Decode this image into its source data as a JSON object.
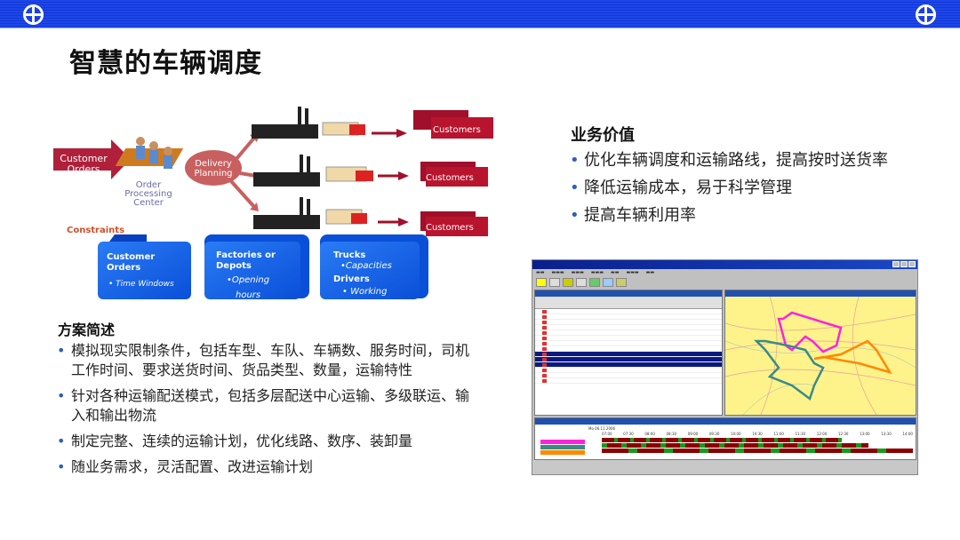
{
  "header": {
    "logo_icon": "circle-cross-logo",
    "bar_color": "#1c46e8"
  },
  "title": "智慧的车辆调度",
  "diagram": {
    "customer_orders": "Customer Orders",
    "order_center": [
      "Order",
      "Processing",
      "Center"
    ],
    "delivery_planning": [
      "Delivery",
      "Planning"
    ],
    "customers": [
      "Customers",
      "Customers",
      "Customers"
    ],
    "constraints_label": "Constraints",
    "boxes": [
      {
        "title": [
          "Customer",
          "Orders"
        ],
        "items": [
          "• Time Windows"
        ]
      },
      {
        "title": [
          "Factories or",
          "Depots"
        ],
        "items": [
          "•Opening",
          "hours"
        ]
      },
      {
        "title": [
          "Trucks"
        ],
        "items": [
          "•Capacities"
        ],
        "title2": "Drivers",
        "items2": [
          "• Working"
        ]
      }
    ]
  },
  "solution": {
    "heading": "方案简述",
    "items": [
      "模拟现实限制条件，包括车型、车队、车辆数、服务时间，司机工作时间、要求送货时间、货品类型、数量，运输特性",
      "针对各种运输配送模式，包括多层配送中心运输、多级联运、输入和输出物流",
      "制定完整、连续的运输计划，优化线路、数序、装卸量",
      "随业务需求，灵活配置、改进运输计划"
    ]
  },
  "value": {
    "heading": "业务价值",
    "items": [
      "优化车辆调度和运输路线，提高按时送货率",
      "降低运输成本，易于科学管理",
      "提高车辆利用率"
    ]
  },
  "app_screenshot": {
    "gantt_date": "Mo 06.11.2006",
    "gantt_times": [
      "07:00",
      "07:30",
      "08:00",
      "08:30",
      "09:00",
      "09:30",
      "10:00",
      "10:30",
      "11:00",
      "11:30",
      "12:00",
      "12:30",
      "13:00",
      "13:30",
      "14:00"
    ],
    "route_colors": [
      "#ff22dd",
      "#3a8a8a",
      "#ff8800"
    ]
  }
}
